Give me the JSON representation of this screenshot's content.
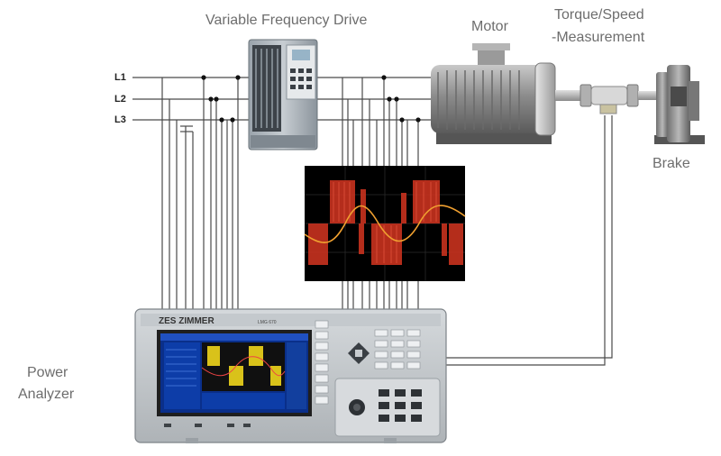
{
  "labels": {
    "vfd": "Variable Frequency Drive",
    "motor": "Motor",
    "torque_line1": "Torque/Speed",
    "torque_line2": "-Measurement",
    "brake": "Brake",
    "analyzer_line1": "Power",
    "analyzer_line2": "Analyzer"
  },
  "phases": [
    "L1",
    "L2",
    "L3"
  ],
  "analyzer": {
    "brand": "ZES ZIMMER",
    "model": "LMG 670"
  },
  "colors": {
    "wire": "#4a4a4a",
    "scope_bg": "#000000",
    "scope_signal": "#d93a2b",
    "scope_sine": "#f0a030"
  }
}
